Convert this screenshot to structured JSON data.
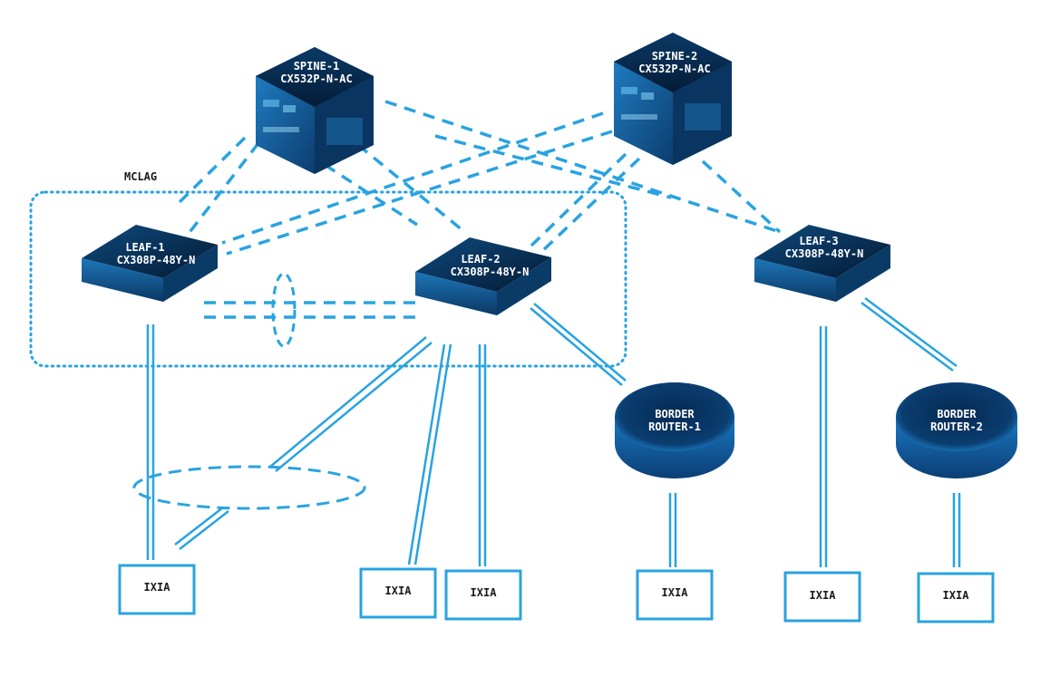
{
  "mclag_label": "MCLAG",
  "spines": [
    {
      "name": "SPINE-1",
      "model": "CX532P-N-AC"
    },
    {
      "name": "SPINE-2",
      "model": "CX532P-N-AC"
    }
  ],
  "leaves": [
    {
      "name": "LEAF-1",
      "model": "CX308P-48Y-N"
    },
    {
      "name": "LEAF-2",
      "model": "CX308P-48Y-N"
    },
    {
      "name": "LEAF-3",
      "model": "CX308P-48Y-N"
    }
  ],
  "routers": [
    {
      "line1": "BORDER",
      "line2": "ROUTER-1"
    },
    {
      "line1": "BORDER",
      "line2": "ROUTER-2"
    }
  ],
  "ixia": [
    "IXIA",
    "IXIA",
    "IXIA",
    "IXIA",
    "IXIA",
    "IXIA"
  ],
  "colors": {
    "link": "#29a3e0",
    "device_dark": "#062c4e",
    "device_light": "#1e7fc0"
  }
}
